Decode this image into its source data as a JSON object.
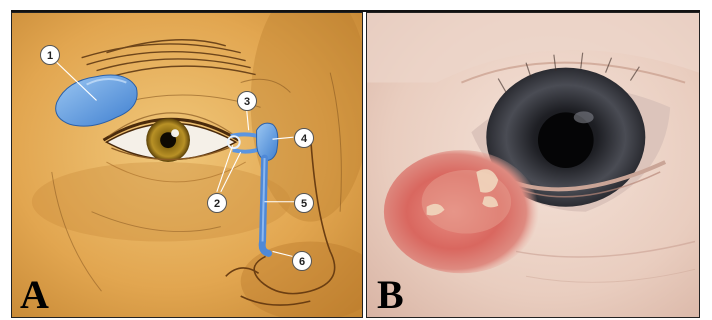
{
  "figure": {
    "panels": [
      {
        "letter": "A",
        "callouts": [
          "1",
          "2",
          "3",
          "4",
          "5",
          "6"
        ]
      },
      {
        "letter": "B"
      }
    ]
  }
}
